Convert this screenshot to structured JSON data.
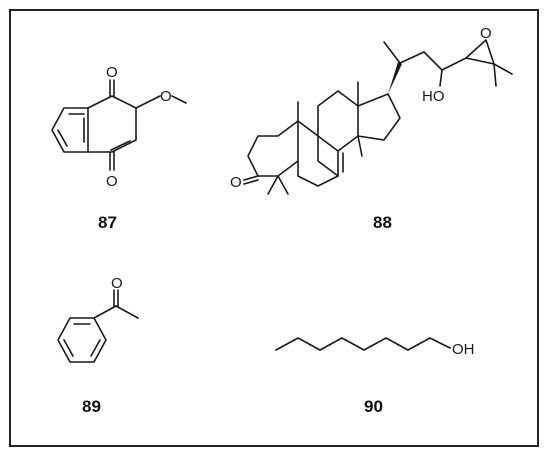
{
  "compounds": [
    {
      "id": "87",
      "atoms": {
        "o_top": "O",
        "o_bottom": "O",
        "o_methoxy": "O"
      }
    },
    {
      "id": "88",
      "atoms": {
        "o_ketone": "O",
        "hydroxyl": "HO",
        "o_epoxide": "O"
      }
    },
    {
      "id": "89",
      "atoms": {
        "o_carbonyl": "O"
      }
    },
    {
      "id": "90",
      "atoms": {
        "hydroxyl": "OH"
      }
    }
  ],
  "colors": {
    "ink": "#1a1a1a",
    "border": "#222222",
    "background": "#ffffff"
  }
}
